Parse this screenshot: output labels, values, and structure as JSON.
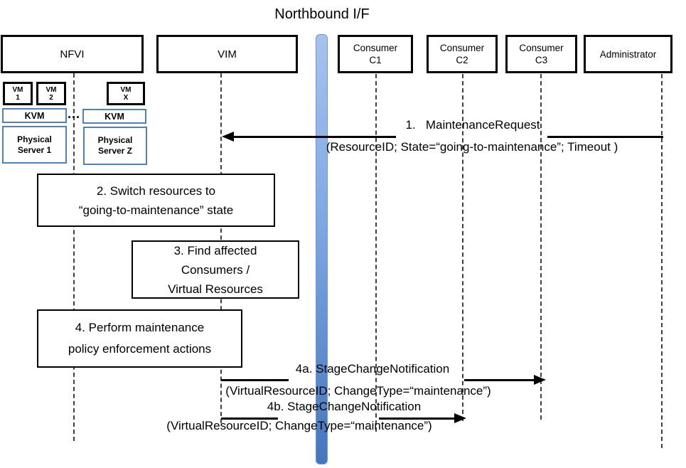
{
  "title": "Northbound I/F",
  "actors": {
    "nfvi": {
      "label": "NFVI"
    },
    "vim": {
      "label": "VIM"
    },
    "c1": {
      "line1": "Consumer",
      "line2": "C1"
    },
    "c2": {
      "line1": "Consumer",
      "line2": "C2"
    },
    "c3": {
      "line1": "Consumer",
      "line2": "C3"
    },
    "admin": {
      "label": "Administrator"
    }
  },
  "nfvi_detail": {
    "vm1": {
      "line1": "VM",
      "line2": "1"
    },
    "vm2": {
      "line1": "VM",
      "line2": "2"
    },
    "vmx": {
      "line1": "VM",
      "line2": "X"
    },
    "kvm1": {
      "label": "KVM"
    },
    "kvm2": {
      "label": "KVM"
    },
    "ellipsis": "...",
    "server1": {
      "line1": "Physical",
      "line2": "Server 1"
    },
    "serverz": {
      "line1": "Physical",
      "line2": "Server Z"
    }
  },
  "steps": {
    "msg1": {
      "title": "1.   MaintenanceRequest",
      "params": "(ResourceID; State=“going-to-maintenance”; Timeout )"
    },
    "box2": {
      "line1": "2. Switch resources to",
      "line2": "“going-to-maintenance” state"
    },
    "box3": {
      "line1": "3. Find affected",
      "line2": "Consumers /",
      "line3": "Virtual Resources"
    },
    "box4": {
      "line1": "4. Perform maintenance",
      "line2": "policy enforcement actions"
    },
    "msg4a": {
      "title": "4a. StageChangeNotification",
      "params": "(VirtualResourceID; ChangeType=“maintenance”)"
    },
    "msg4b": {
      "title": "4b. StageChangeNotification",
      "params": "(VirtualResourceID; ChangeType=“maintenance”)"
    }
  },
  "colors": {
    "bar_top": "#A6C3ED",
    "bar_bottom": "#4377BD",
    "bar_border": "#7296CC",
    "blue_box_border": "#4F81BD",
    "line_black": "#000000",
    "lifeline_gray": "#404040"
  }
}
